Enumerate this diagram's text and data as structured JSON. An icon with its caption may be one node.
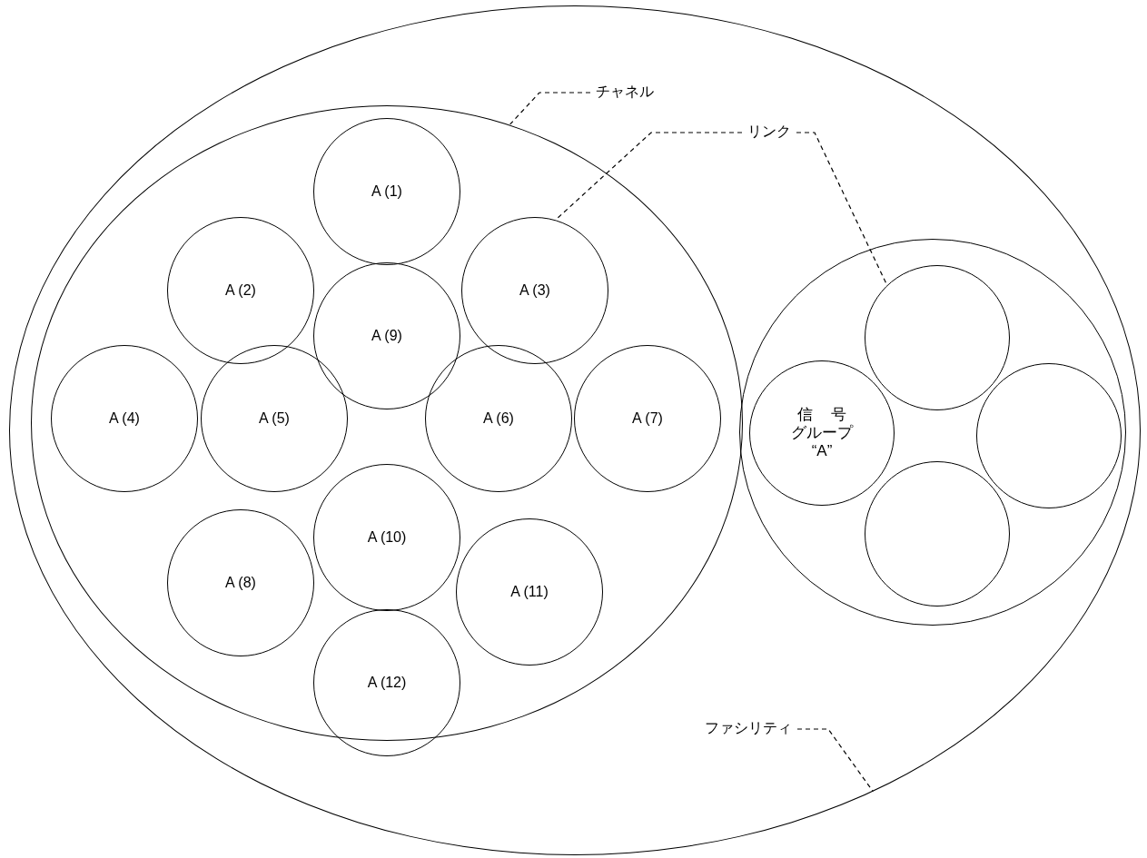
{
  "diagram": {
    "nodes": [
      {
        "text": [],
        "shape": "ellipse"
      },
      {
        "text": [],
        "shape": "ellipse",
        "in": 0
      },
      {
        "text": [
          "A (1)"
        ],
        "in": 1
      },
      {
        "text": [
          "A (2)"
        ],
        "in": 1
      },
      {
        "text": [
          "A (3)"
        ],
        "in": 1
      },
      {
        "text": [
          "A (9)"
        ],
        "in": 1
      },
      {
        "text": [
          "A (4)"
        ],
        "in": 1
      },
      {
        "text": [
          "A (5)"
        ],
        "in": 1
      },
      {
        "text": [
          "A (6)"
        ],
        "in": 1
      },
      {
        "text": [
          "A (7)"
        ],
        "in": 1
      },
      {
        "text": [
          "A (10)"
        ],
        "in": 1
      },
      {
        "text": [
          "A (8)"
        ],
        "in": 1
      },
      {
        "text": [
          "A (11)"
        ],
        "in": 1
      },
      {
        "text": [
          "A (12)"
        ],
        "in": 1
      },
      {
        "text": [],
        "shape": "circle",
        "in": 0
      },
      {
        "text": [
          "信号グループ“A”"
        ],
        "in": 14
      },
      {
        "text": [],
        "shape": "circle",
        "in": 14
      },
      {
        "text": [],
        "shape": "circle",
        "in": 14
      },
      {
        "text": [],
        "shape": "circle",
        "in": 14
      },
      {
        "text": [
          "チャネル"
        ],
        "in": 0
      },
      {
        "text": [
          "リンク"
        ],
        "in": 0
      },
      {
        "text": [
          "ファシリティ"
        ],
        "in": 0
      }
    ],
    "edges": [
      {
        "from": 19,
        "to": 1,
        "arrow": "none",
        "style": "dashed"
      },
      {
        "from": 20,
        "to": 4,
        "arrow": "none",
        "style": "dashed"
      },
      {
        "from": 20,
        "to": 16,
        "arrow": "none",
        "style": "dashed"
      },
      {
        "from": 21,
        "to": 0,
        "arrow": "none",
        "style": "dashed"
      }
    ]
  }
}
